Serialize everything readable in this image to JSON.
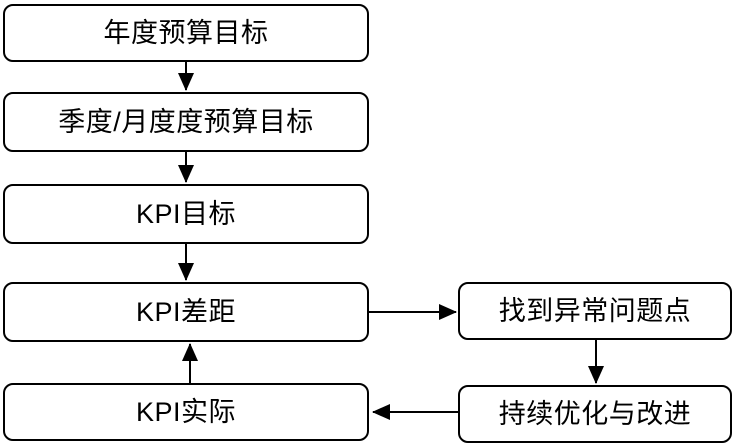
{
  "diagram": {
    "type": "flowchart",
    "background_color": "#ffffff",
    "node_border_color": "#000000",
    "node_fill_color": "#ffffff",
    "text_color": "#000000",
    "arrow_color": "#000000",
    "nodes": [
      {
        "id": "annual-budget-target",
        "label": "年度预算目标"
      },
      {
        "id": "quarterly-monthly-budget-target",
        "label": "季度/月度度预算目标"
      },
      {
        "id": "kpi-target",
        "label": "KPI目标"
      },
      {
        "id": "kpi-gap",
        "label": "KPI差距"
      },
      {
        "id": "kpi-actual",
        "label": "KPI实际"
      },
      {
        "id": "find-abnormal-issues",
        "label": "找到异常问题点"
      },
      {
        "id": "continuous-improvement",
        "label": "持续优化与改进"
      }
    ],
    "edges": [
      {
        "from": "annual-budget-target",
        "to": "quarterly-monthly-budget-target",
        "direction": "down"
      },
      {
        "from": "quarterly-monthly-budget-target",
        "to": "kpi-target",
        "direction": "down"
      },
      {
        "from": "kpi-target",
        "to": "kpi-gap",
        "direction": "down"
      },
      {
        "from": "kpi-gap",
        "to": "find-abnormal-issues",
        "direction": "right"
      },
      {
        "from": "find-abnormal-issues",
        "to": "continuous-improvement",
        "direction": "down"
      },
      {
        "from": "continuous-improvement",
        "to": "kpi-actual",
        "direction": "left"
      },
      {
        "from": "kpi-actual",
        "to": "kpi-gap",
        "direction": "up"
      }
    ]
  }
}
